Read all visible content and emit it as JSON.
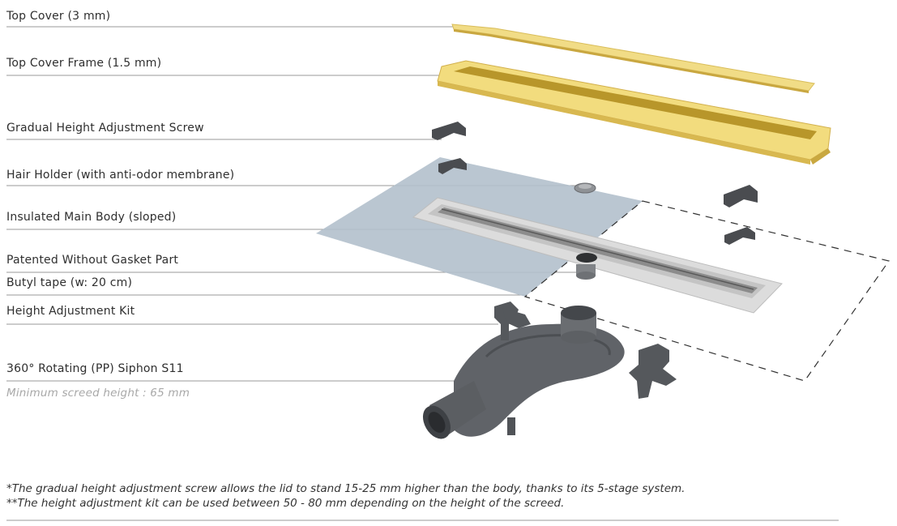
{
  "labels": {
    "top_cover": "Top Cover (3 mm)",
    "top_cover_frame": "Top Cover Frame (1.5 mm)",
    "gradual_screw": "Gradual Height Adjustment Screw",
    "hair_holder": "Hair Holder (with anti-odor membrane)",
    "main_body": "Insulated Main Body (sloped)",
    "gasket_part": "Patented Without Gasket Part",
    "butyl_tape": "Butyl tape (w: 20 cm)",
    "height_kit": "Height Adjustment Kit",
    "siphon": "360° Rotating (PP) Siphon S11",
    "min_screed": "Minimum screed height : 65 mm"
  },
  "footnotes": {
    "note1": "*The gradual height adjustment screw allows the lid to stand 15-25 mm higher than the body, thanks to its 5-stage system.",
    "note2": "**The height adjustment kit can be used between 50 - 80 mm depending on the height of the screed."
  },
  "colors": {
    "gold": "#e8c95a",
    "gold_dark": "#b8962a",
    "tape_blue": "#a9b8c4",
    "body_grey": "#cfcfcf",
    "siphon_grey": "#5f6266",
    "leader_line": "#9a9a9a"
  }
}
